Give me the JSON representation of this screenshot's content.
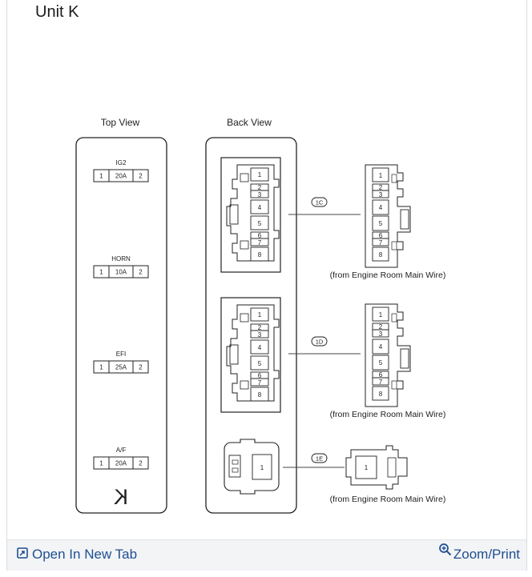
{
  "title": "Unit K",
  "views": {
    "top": "Top View",
    "back": "Back View"
  },
  "fuses": [
    {
      "name": "IG2",
      "rating": "20A",
      "pin_left": "1",
      "pin_right": "2"
    },
    {
      "name": "HORN",
      "rating": "10A",
      "pin_left": "1",
      "pin_right": "2"
    },
    {
      "name": "EFI",
      "rating": "25A",
      "pin_left": "1",
      "pin_right": "2"
    },
    {
      "name": "A/F",
      "rating": "20A",
      "pin_left": "1",
      "pin_right": "2"
    }
  ],
  "block_letter": "K",
  "connectors": [
    {
      "id": "1C",
      "pins": [
        "1",
        "2",
        "3",
        "4",
        "5",
        "6",
        "7",
        "8"
      ],
      "caption": "(from Engine Room Main Wire)"
    },
    {
      "id": "1D",
      "pins": [
        "1",
        "2",
        "3",
        "4",
        "5",
        "6",
        "7",
        "8"
      ],
      "caption": "(from Engine Room Main Wire)"
    },
    {
      "id": "1E",
      "pins": [
        "1"
      ],
      "caption": "(from Engine Room Main Wire)"
    }
  ],
  "footer": {
    "open_tab": "Open In New Tab",
    "zoom": "Zoom/Print"
  },
  "icons": {
    "open_tab": "open-new-tab-icon",
    "zoom": "zoom-magnifier-icon"
  },
  "colors": {
    "link": "#1d4f91",
    "line": "#222222"
  }
}
